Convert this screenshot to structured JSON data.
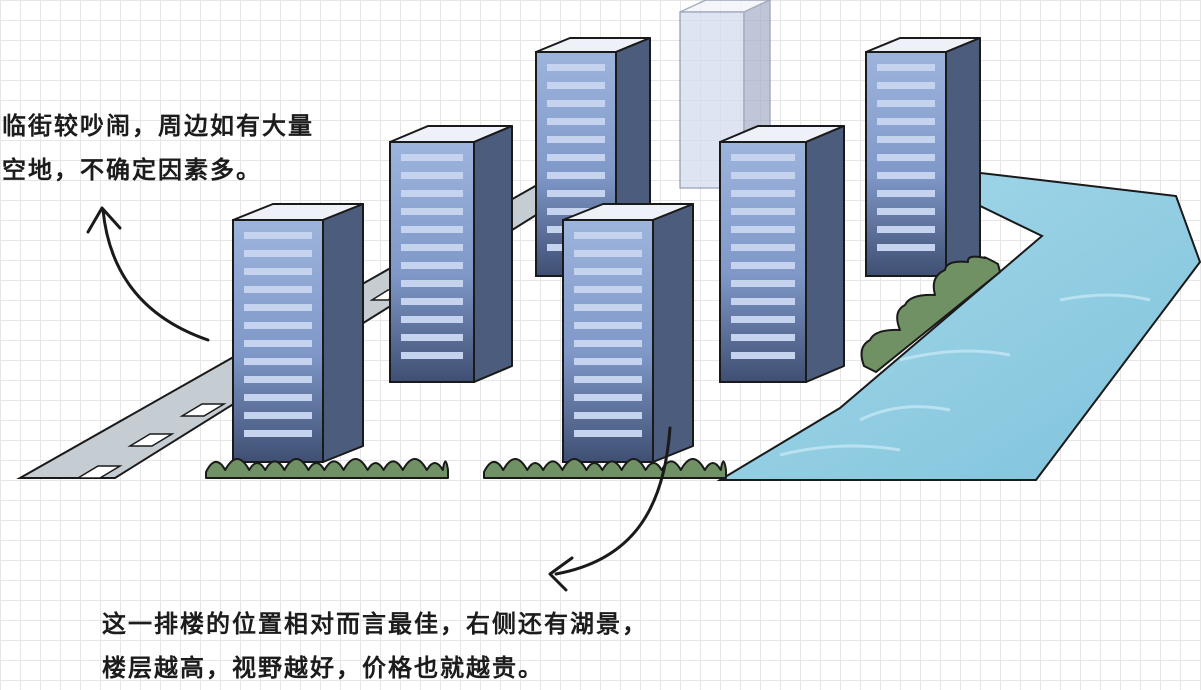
{
  "annotations": {
    "street_side": {
      "lines": [
        "临街较吵闹，周边如有大量",
        "空地，不确定因素多。"
      ]
    },
    "lake_side": {
      "lines": [
        "这一排楼的位置相对而言最佳，右侧还有湖景，",
        "楼层越高，视野越好，价格也就越贵。"
      ]
    }
  },
  "colors": {
    "building_front": "#8ea7d4",
    "building_side": "#4b5c7d",
    "building_top": "#eef1f7",
    "window": "#c5d3ee",
    "lake": "#8dcbe2",
    "road": "#c6cdd2",
    "shrub": "#6f9164",
    "outline": "#1a1a1a",
    "grid": "#e6e6e6"
  },
  "icons": [
    "arrow-up-icon",
    "arrow-down-icon"
  ]
}
